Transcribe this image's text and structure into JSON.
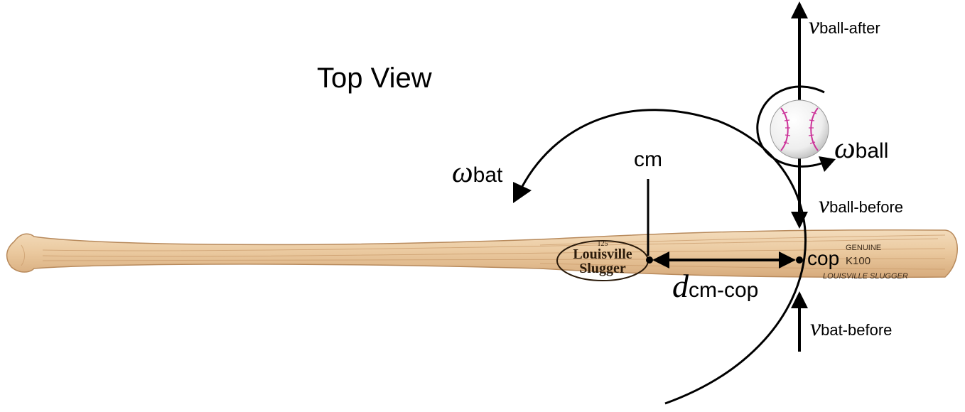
{
  "diagram": {
    "title": "Top View",
    "cm_label": "cm",
    "cop_label": "cop",
    "omega_bat": {
      "symbol": "ω",
      "subscript": "bat"
    },
    "omega_ball": {
      "symbol": "ω",
      "subscript": "ball"
    },
    "v_ball_after": {
      "symbol": "v",
      "subscript": "ball-after"
    },
    "v_ball_before": {
      "symbol": "v",
      "subscript": "ball-before"
    },
    "v_bat_before": {
      "symbol": "v",
      "subscript": "bat-before"
    },
    "d_cm_cop": {
      "symbol": "d",
      "subscript": "cm-cop"
    },
    "bat_label": {
      "number": "125",
      "brand_line1": "Louisville",
      "brand_line2": "Slugger",
      "genuine": "GENUINE",
      "model": "K100",
      "brand_caps": "LOUISVILLE SLUGGER"
    },
    "colors": {
      "bat_wood": "#e8c9a0",
      "bat_grain": "#c99a6a",
      "ball_seam": "#cc3399",
      "ink": "#000000"
    }
  }
}
